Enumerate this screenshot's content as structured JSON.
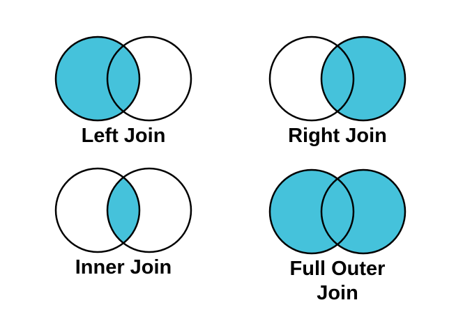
{
  "colors": {
    "background": "#ffffff",
    "venn_fill": "#45c2db",
    "circle_stroke": "#000000",
    "label_text": "#000000"
  },
  "diagrams": [
    {
      "label": "Left Join",
      "shaded": {
        "left_only": true,
        "intersection": true,
        "right_only": false
      }
    },
    {
      "label": "Right Join",
      "shaded": {
        "left_only": false,
        "intersection": true,
        "right_only": true
      }
    },
    {
      "label": "Inner Join",
      "shaded": {
        "left_only": false,
        "intersection": true,
        "right_only": false
      }
    },
    {
      "label": "Full Outer Join",
      "shaded": {
        "left_only": true,
        "intersection": true,
        "right_only": true
      }
    }
  ]
}
